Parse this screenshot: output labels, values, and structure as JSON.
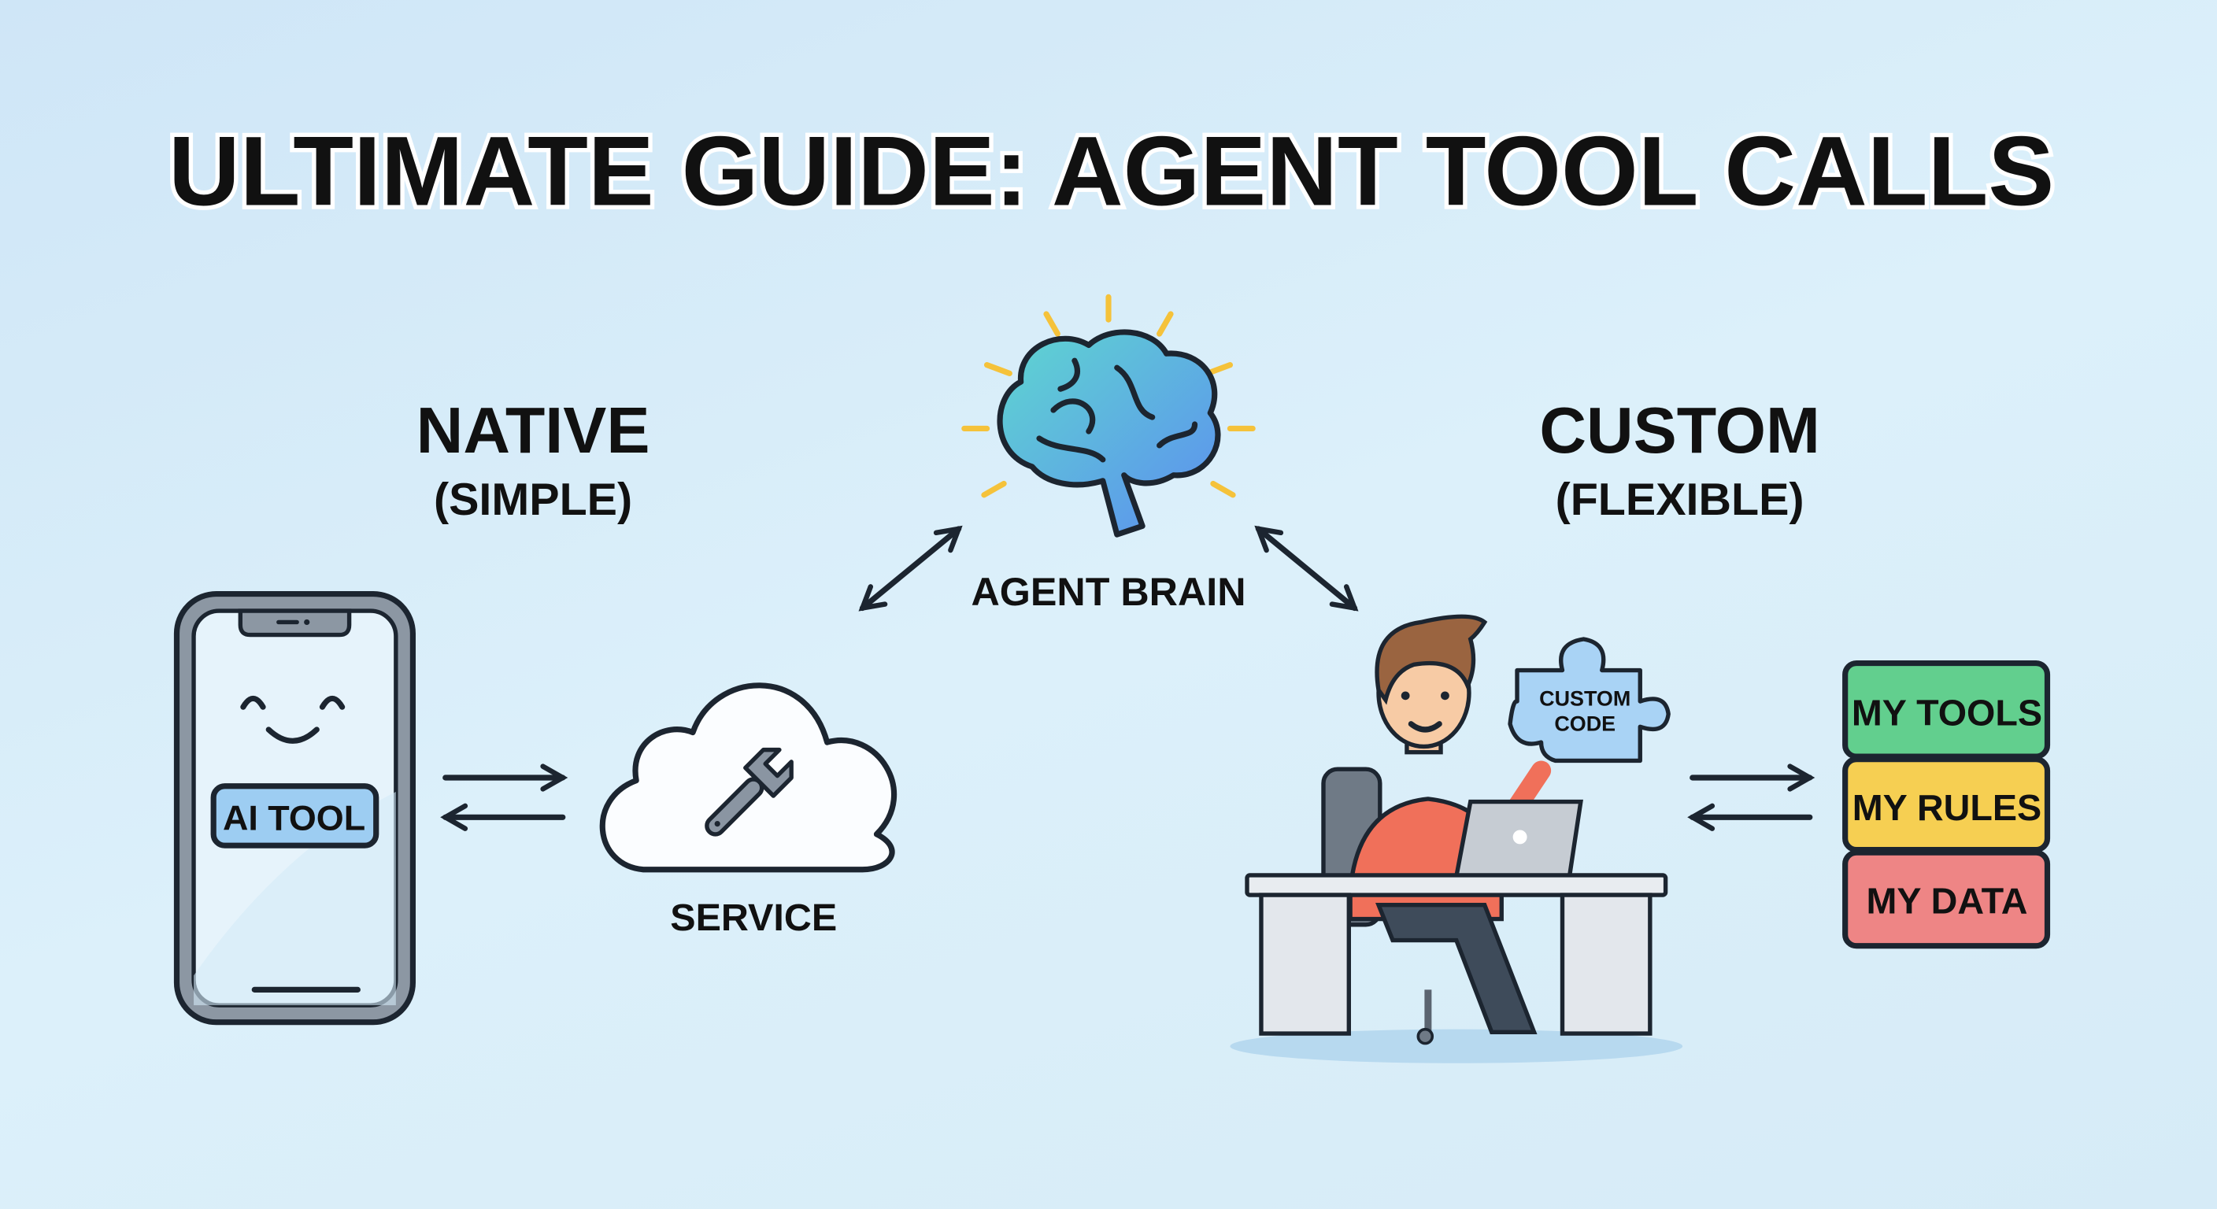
{
  "title": "ULTIMATE GUIDE: AGENT TOOL CALLS",
  "native": {
    "heading": "NATIVE",
    "subheading": "(SIMPLE)",
    "phone_label": "AI TOOL",
    "service_label": "SERVICE"
  },
  "center": {
    "label": "AGENT BRAIN"
  },
  "custom": {
    "heading": "CUSTOM",
    "subheading": "(FLEXIBLE)",
    "puzzle_line1": "CUSTOM",
    "puzzle_line2": "CODE"
  },
  "stack": [
    {
      "label": "MY TOOLS",
      "color": "#62cf8e"
    },
    {
      "label": "MY RULES",
      "color": "#f6cf52"
    },
    {
      "label": "MY DATA",
      "color": "#ee8585"
    }
  ]
}
